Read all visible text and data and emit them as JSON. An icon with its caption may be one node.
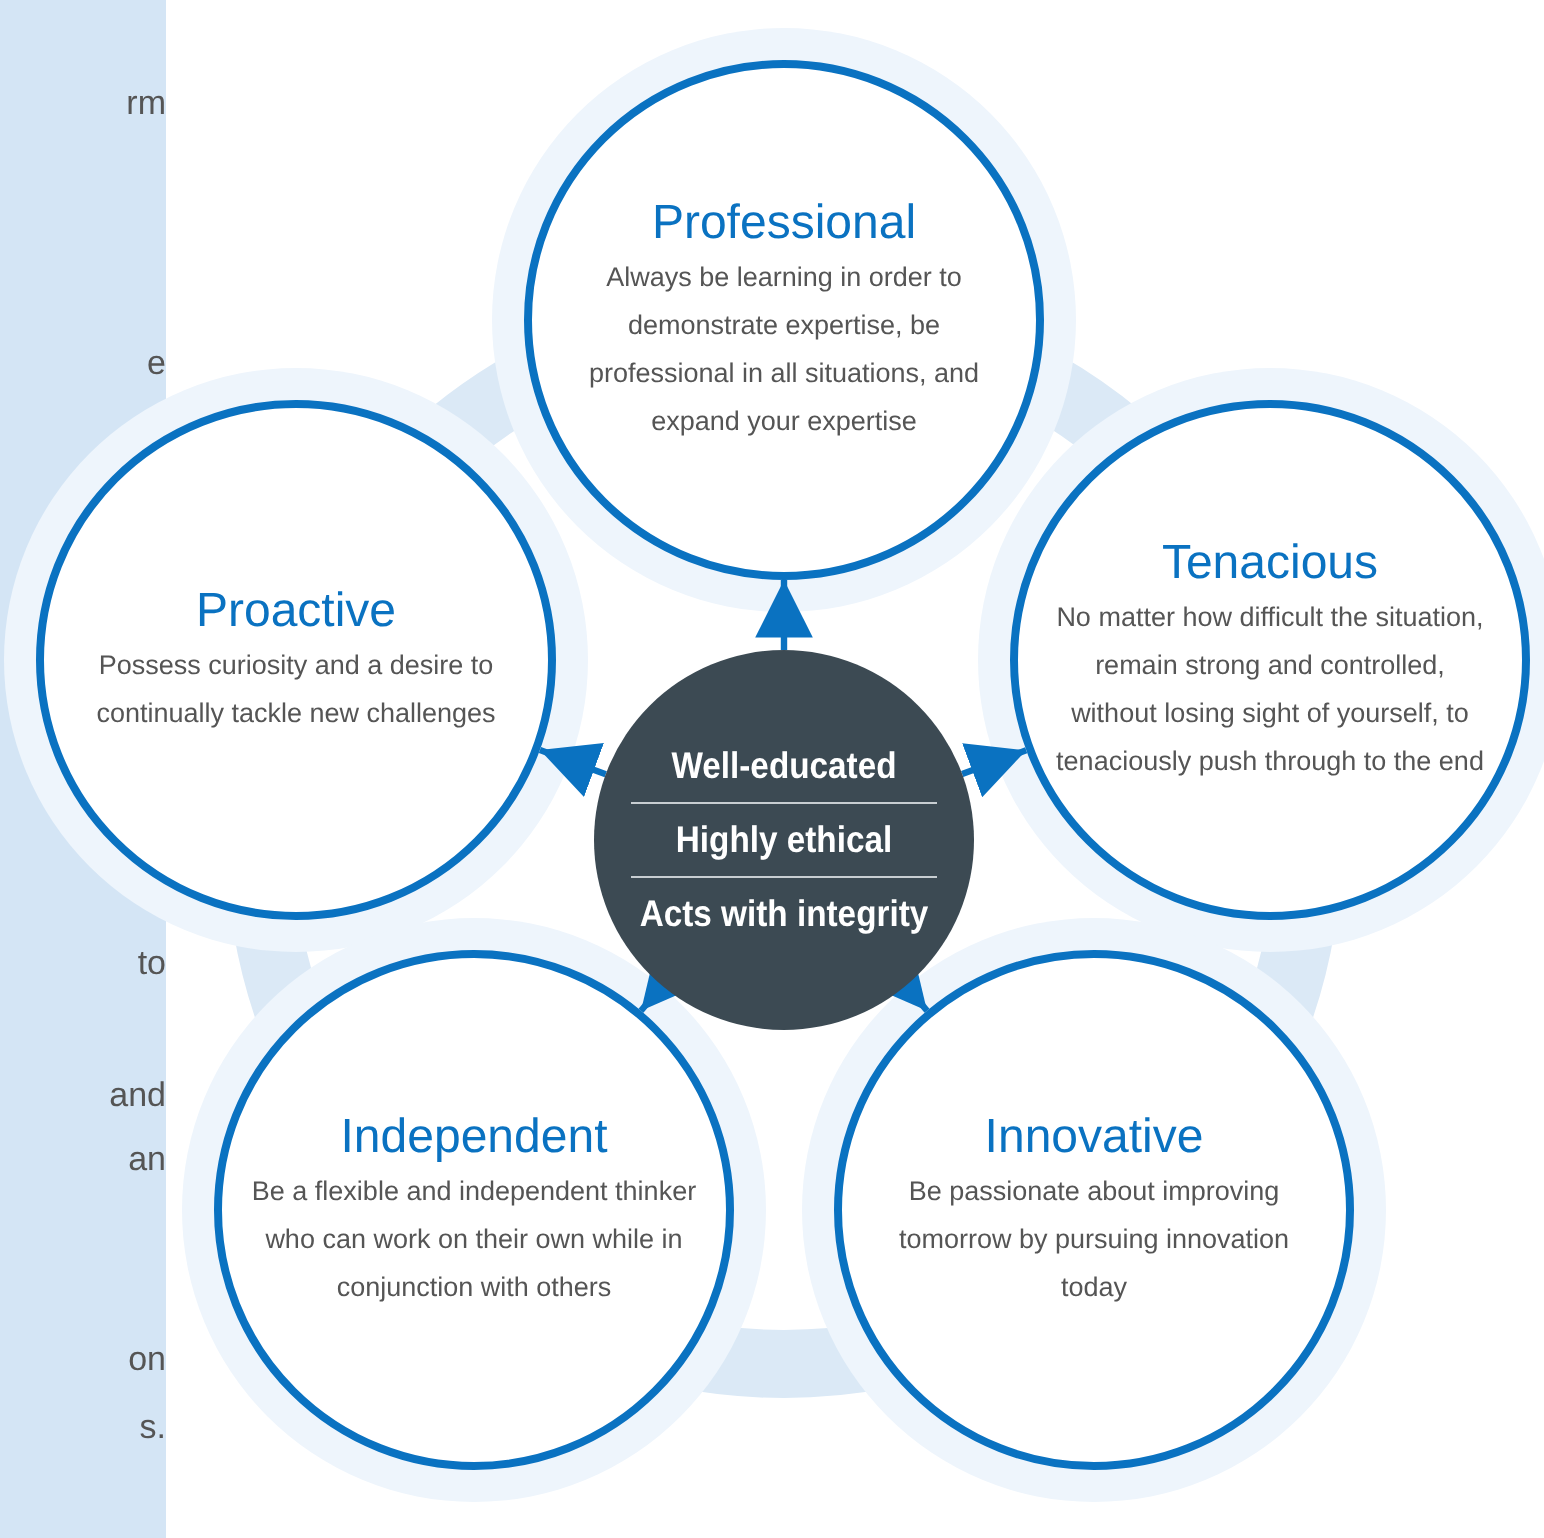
{
  "diagram": {
    "nodes": [
      {
        "text": [
          "Professional",
          "Always be learning in order to demonstrate expertise, be professional in all situations, and expand your expertise"
        ]
      },
      {
        "text": [
          "Proactive",
          "Possess curiosity and a desire to continually tackle new challenges"
        ]
      },
      {
        "text": [
          "Tenacious",
          "No matter how difficult the situation, remain strong and controlled, without losing sight of yourself, to tenaciously push through to the end"
        ]
      },
      {
        "text": [
          "Well-educated",
          "Highly ethical",
          "Acts with integrity"
        ]
      },
      {
        "text": [
          "Independent",
          "Be a flexible and independent thinker who can work on their own while in conjunction with others"
        ]
      },
      {
        "text": [
          "Innovative",
          "Be passionate about improving tomorrow by pursuing innovation today"
        ]
      }
    ],
    "edges": [
      {
        "from": 3,
        "to": 0,
        "arrow": "to"
      },
      {
        "from": 3,
        "to": 1,
        "arrow": "to"
      },
      {
        "from": 3,
        "to": 2,
        "arrow": "to"
      },
      {
        "from": 3,
        "to": 4,
        "arrow": "to"
      },
      {
        "from": 3,
        "to": 5,
        "arrow": "to"
      }
    ],
    "labels": [
      "rm",
      "e",
      "to",
      "and",
      "an",
      "on",
      "s."
    ]
  }
}
